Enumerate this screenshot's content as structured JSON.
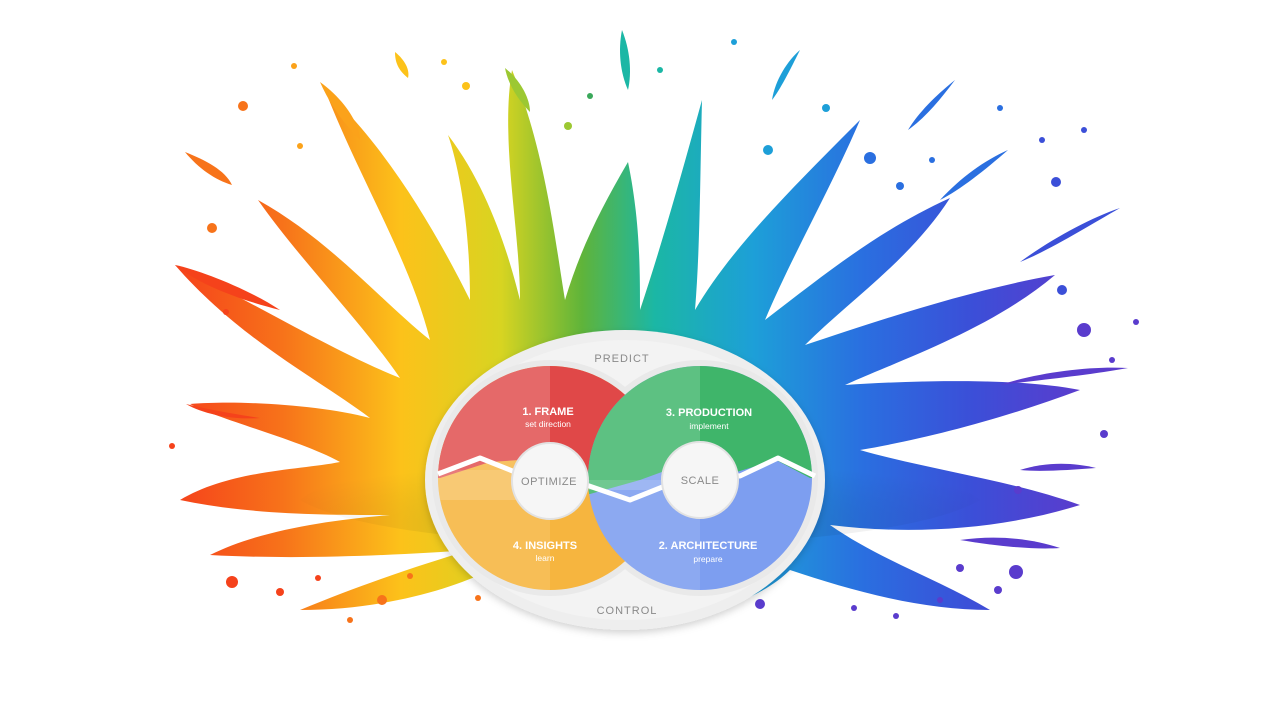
{
  "diagram": {
    "outer_top_label": "PREDICT",
    "outer_bottom_label": "CONTROL",
    "left_center_label": "OPTIMIZE",
    "right_center_label": "SCALE",
    "segments": [
      {
        "title": "1. FRAME",
        "subtitle": "set direction",
        "color": "#e04848"
      },
      {
        "title": "3. PRODUCTION",
        "subtitle": "implement",
        "color": "#3fb56a"
      },
      {
        "title": "4. INSIGHTS",
        "subtitle": "learn",
        "color": "#f6b53f"
      },
      {
        "title": "2. ARCHITECTURE",
        "subtitle": "prepare",
        "color": "#7d9ef0"
      }
    ]
  },
  "splash_palette": [
    "#f5421b",
    "#f7731a",
    "#fba21a",
    "#fcc21a",
    "#f3d51e",
    "#9cc832",
    "#3aa85a",
    "#1bb7a5",
    "#1d9fd8",
    "#2a6fe0",
    "#3b4fd8",
    "#5a3ccd"
  ]
}
